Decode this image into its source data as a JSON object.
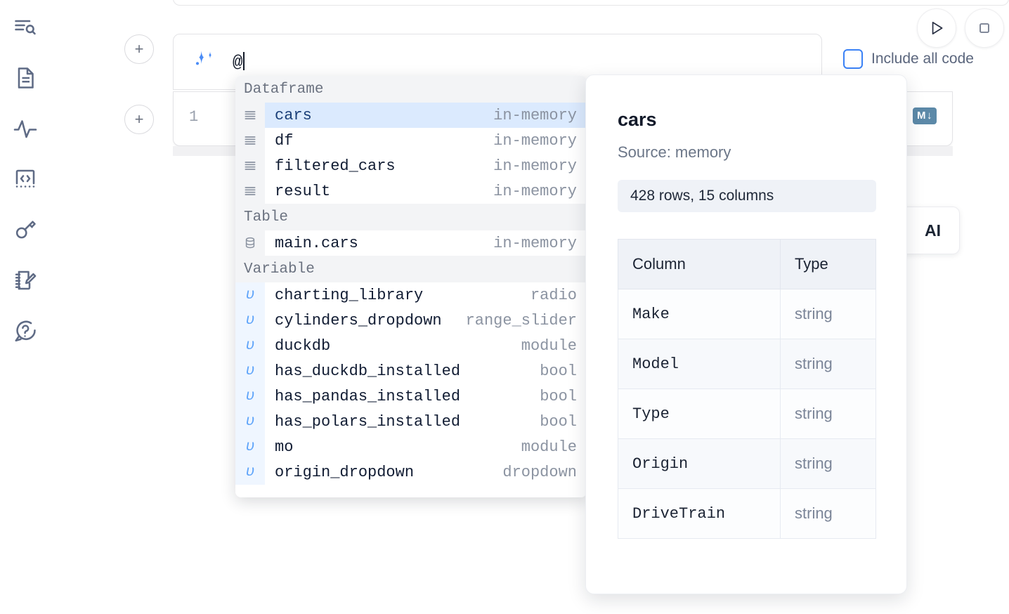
{
  "rail": {
    "items": [
      {
        "name": "explore-icon",
        "label": "Explore"
      },
      {
        "name": "notebook-icon",
        "label": "Notebook"
      },
      {
        "name": "activity-icon",
        "label": "Activity"
      },
      {
        "name": "snippets-icon",
        "label": "Snippets"
      },
      {
        "name": "secrets-icon",
        "label": "Secrets"
      },
      {
        "name": "scratchpad-icon",
        "label": "Scratchpad"
      },
      {
        "name": "help-icon",
        "label": "Help"
      }
    ]
  },
  "toolbar": {
    "add_above_label": "+",
    "add_below_label": "+",
    "run_icon": "play-icon",
    "stop_icon": "stop-icon",
    "include_all_code_label": "Include all code",
    "include_all_code_checked": false,
    "database_icon": "database-icon",
    "markdown_icon": "markdown-icon",
    "markdown_badge_label": "M",
    "markdown_badge_arrow": "↓"
  },
  "ai_prompt": {
    "icon": "sparkles-icon",
    "value": "@",
    "line_number": "1"
  },
  "ai_chip": {
    "label": "AI"
  },
  "autocomplete": {
    "sections": [
      {
        "title": "Dataframe",
        "icon": "dataframe-icon",
        "rows": [
          {
            "name": "cars",
            "type": "in-memory",
            "selected": true
          },
          {
            "name": "df",
            "type": "in-memory",
            "selected": false
          },
          {
            "name": "filtered_cars",
            "type": "in-memory",
            "selected": false
          },
          {
            "name": "result",
            "type": "in-memory",
            "selected": false
          }
        ]
      },
      {
        "title": "Table",
        "icon": "database-icon",
        "rows": [
          {
            "name": "main.cars",
            "type": "in-memory",
            "selected": false
          }
        ]
      },
      {
        "title": "Variable",
        "icon": "variable-icon",
        "rows": [
          {
            "name": "charting_library",
            "type": "radio",
            "selected": false
          },
          {
            "name": "cylinders_dropdown",
            "type": "range_slider",
            "selected": false
          },
          {
            "name": "duckdb",
            "type": "module",
            "selected": false
          },
          {
            "name": "has_duckdb_installed",
            "type": "bool",
            "selected": false
          },
          {
            "name": "has_pandas_installed",
            "type": "bool",
            "selected": false
          },
          {
            "name": "has_polars_installed",
            "type": "bool",
            "selected": false
          },
          {
            "name": "mo",
            "type": "module",
            "selected": false
          },
          {
            "name": "origin_dropdown",
            "type": "dropdown",
            "selected": false
          }
        ]
      }
    ],
    "variable_glyph": "υ"
  },
  "preview": {
    "title": "cars",
    "source": "Source: memory",
    "stats": "428 rows, 15 columns",
    "columns_header": "Column",
    "type_header": "Type",
    "rows": [
      {
        "column": "Make",
        "type": "string"
      },
      {
        "column": "Model",
        "type": "string"
      },
      {
        "column": "Type",
        "type": "string"
      },
      {
        "column": "Origin",
        "type": "string"
      },
      {
        "column": "DriveTrain",
        "type": "string"
      }
    ]
  },
  "colors": {
    "accent_blue": "#3b82f6",
    "selected_row_bg": "#dbeafe",
    "section_bg": "#f3f4f6",
    "panel_header_bg": "#eff2f7",
    "tool_icon": "#587b97",
    "rail_icon": "#5f6b85"
  }
}
